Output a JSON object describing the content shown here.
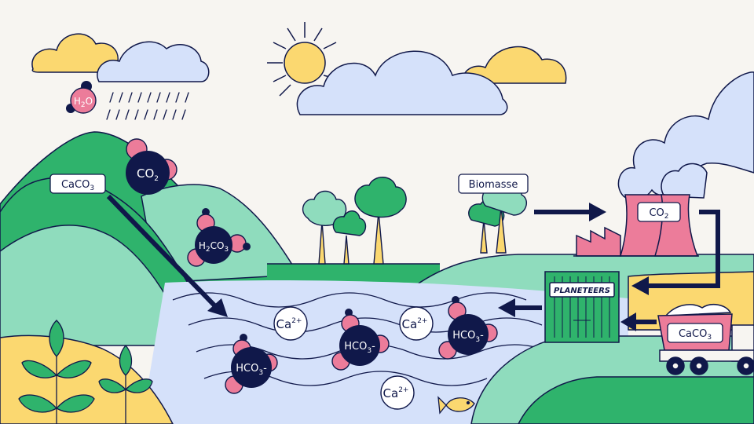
{
  "labels": {
    "caco3_left": {
      "base": "CaCO",
      "sub": "3"
    },
    "biomasse": "Biomasse",
    "co2_factory": {
      "base": "CO",
      "sub": "2"
    },
    "caco3_truck": {
      "base": "CaCO",
      "sub": "3"
    },
    "brand": "PLANETEERS"
  },
  "molecules": {
    "h2o": {
      "a": "H",
      "s": "2",
      "b": "O"
    },
    "co2": {
      "base": "CO",
      "sub": "2"
    },
    "h2co3": {
      "a": "H",
      "s": "2",
      "b": "CO",
      "t": "3"
    },
    "hco3": {
      "a": "HCO",
      "s": "3",
      "b": "-"
    }
  },
  "ions": {
    "base": "Ca",
    "sup": "2+"
  },
  "colors": {
    "navy": "#10184a",
    "pink": "#ec7c9a",
    "green_dark": "#2fb36c",
    "green_light": "#8fdcbd",
    "water": "#d5e1fa",
    "cloud": "#d5e1fa",
    "sun": "#fbd870",
    "factory": "#ec7c9a"
  },
  "icons": [
    "sun-icon",
    "cloud-icon",
    "rain-icon",
    "tree-icon",
    "plant-icon",
    "fish-icon",
    "truck-icon",
    "factory-icon",
    "arrow-icon"
  ]
}
